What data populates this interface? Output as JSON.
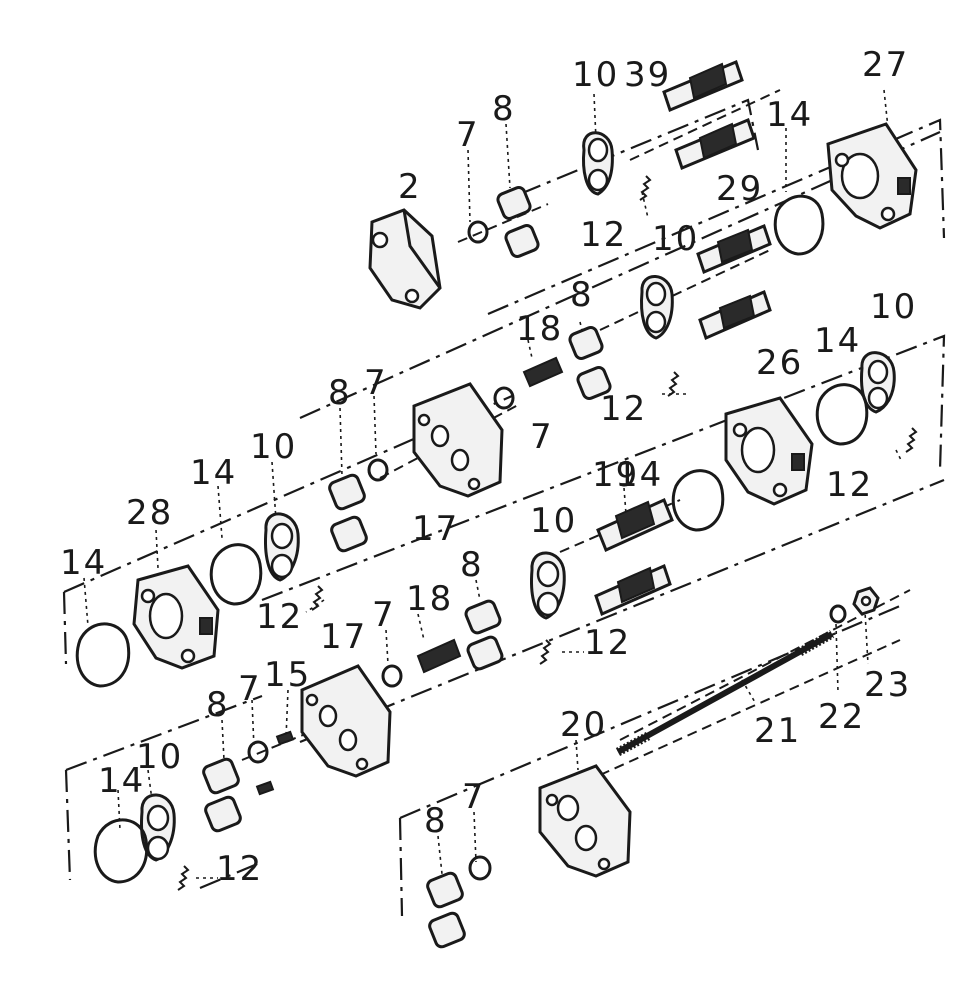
{
  "callouts": {
    "c2": "2",
    "c7a": "7",
    "c8a": "8",
    "c10a": "10",
    "c39": "39",
    "c27": "27",
    "c14a": "14",
    "c12a": "12",
    "c29": "29",
    "c10b": "10",
    "c8b": "8",
    "c18a": "18",
    "c7b": "7",
    "c12b": "12",
    "c26": "26",
    "c14b": "14",
    "c10c": "10",
    "c8c": "8",
    "c7c": "7",
    "c17a": "17",
    "c14c": "14",
    "c12c": "12",
    "c10d": "10",
    "c14d": "14",
    "c28": "28",
    "c14e": "14",
    "c12d": "12",
    "c19": "19",
    "c10e": "10",
    "c8d": "8",
    "c18b": "18",
    "c7d": "7",
    "c17b": "17",
    "c12e": "12",
    "c15": "15",
    "c7e": "7",
    "c8e": "8",
    "c14f": "14",
    "c10f": "10",
    "c12f": "12",
    "c20": "20",
    "c21": "21",
    "c22": "22",
    "c23": "23",
    "c8f": "8",
    "c7f": "7"
  }
}
